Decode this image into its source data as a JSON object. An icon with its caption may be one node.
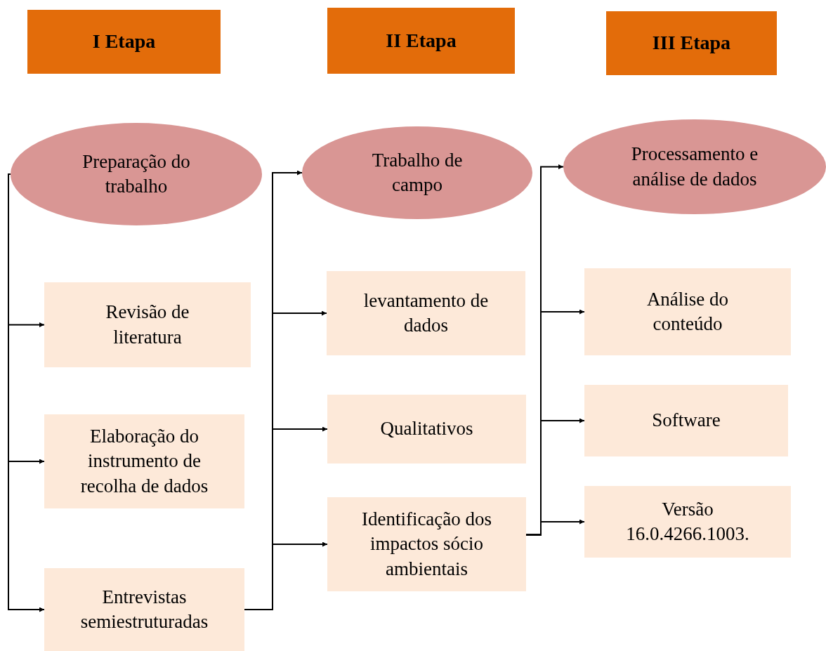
{
  "diagram": {
    "nodes": [
      {
        "text": [
          "I Etapa"
        ]
      },
      {
        "text": [
          "II Etapa"
        ]
      },
      {
        "text": [
          "III Etapa"
        ]
      },
      {
        "text": [
          "Preparação do trabalho"
        ]
      },
      {
        "text": [
          "Trabalho de campo"
        ]
      },
      {
        "text": [
          "Processamento e análise de dados"
        ]
      },
      {
        "text": [
          "Revisão de literatura"
        ]
      },
      {
        "text": [
          "Elaboração do instrumento de recolha de dados"
        ]
      },
      {
        "text": [
          "Entrevistas semiestruturadas"
        ]
      },
      {
        "text": [
          "levantamento de dados"
        ]
      },
      {
        "text": [
          "Qualitativos"
        ]
      },
      {
        "text": [
          "Identificação dos impactos sócio ambientais"
        ]
      },
      {
        "text": [
          "Análise do conteúdo"
        ]
      },
      {
        "text": [
          "Software"
        ]
      },
      {
        "text": [
          "Versão 16.0.4266.1003."
        ]
      }
    ],
    "edges": [
      {
        "from": 3,
        "to": 6,
        "arrow": "to"
      },
      {
        "from": 3,
        "to": 7,
        "arrow": "to"
      },
      {
        "from": 3,
        "to": 8,
        "arrow": "to"
      },
      {
        "from": 8,
        "to": 4,
        "arrow": "to"
      },
      {
        "from": 8,
        "to": 9,
        "arrow": "to"
      },
      {
        "from": 8,
        "to": 10,
        "arrow": "to"
      },
      {
        "from": 8,
        "to": 11,
        "arrow": "to"
      },
      {
        "from": 11,
        "to": 5,
        "arrow": "to"
      },
      {
        "from": 11,
        "to": 12,
        "arrow": "to"
      },
      {
        "from": 11,
        "to": 13,
        "arrow": "to"
      },
      {
        "from": 11,
        "to": 14,
        "arrow": "to"
      }
    ]
  }
}
